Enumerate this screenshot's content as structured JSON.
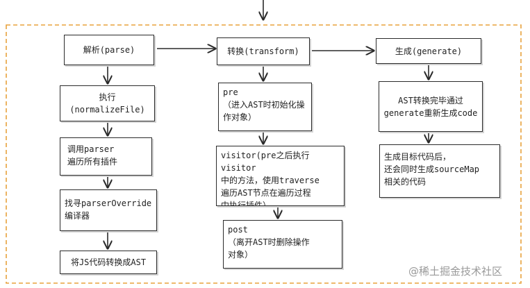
{
  "diagram": {
    "nodes": {
      "parse": "解析(parse)",
      "transform": "转换(transform)",
      "generate": "生成(generate)",
      "normalize": "执行(normalizeFile)",
      "parser": "调用parser\n遍历所有插件",
      "override": "找寻parserOverride\n编译器",
      "toast": "将JS代码转换成AST",
      "pre": "pre\n（进入AST时初始化操\n作对象）",
      "visitor": "visitor(pre之后执行visitor\n中的方法，使用traverse\n遍历AST节点在遍历过程\n中执行插件）",
      "post": "post\n（离开AST时删除操作\n对象）",
      "astgen": "AST转换完毕通过\ngenerate重新生成code",
      "sourcemap": "生成目标代码后，\n还会同时生成sourceMap\n相关的代码"
    },
    "watermark": "@稀土掘金技术社区"
  }
}
